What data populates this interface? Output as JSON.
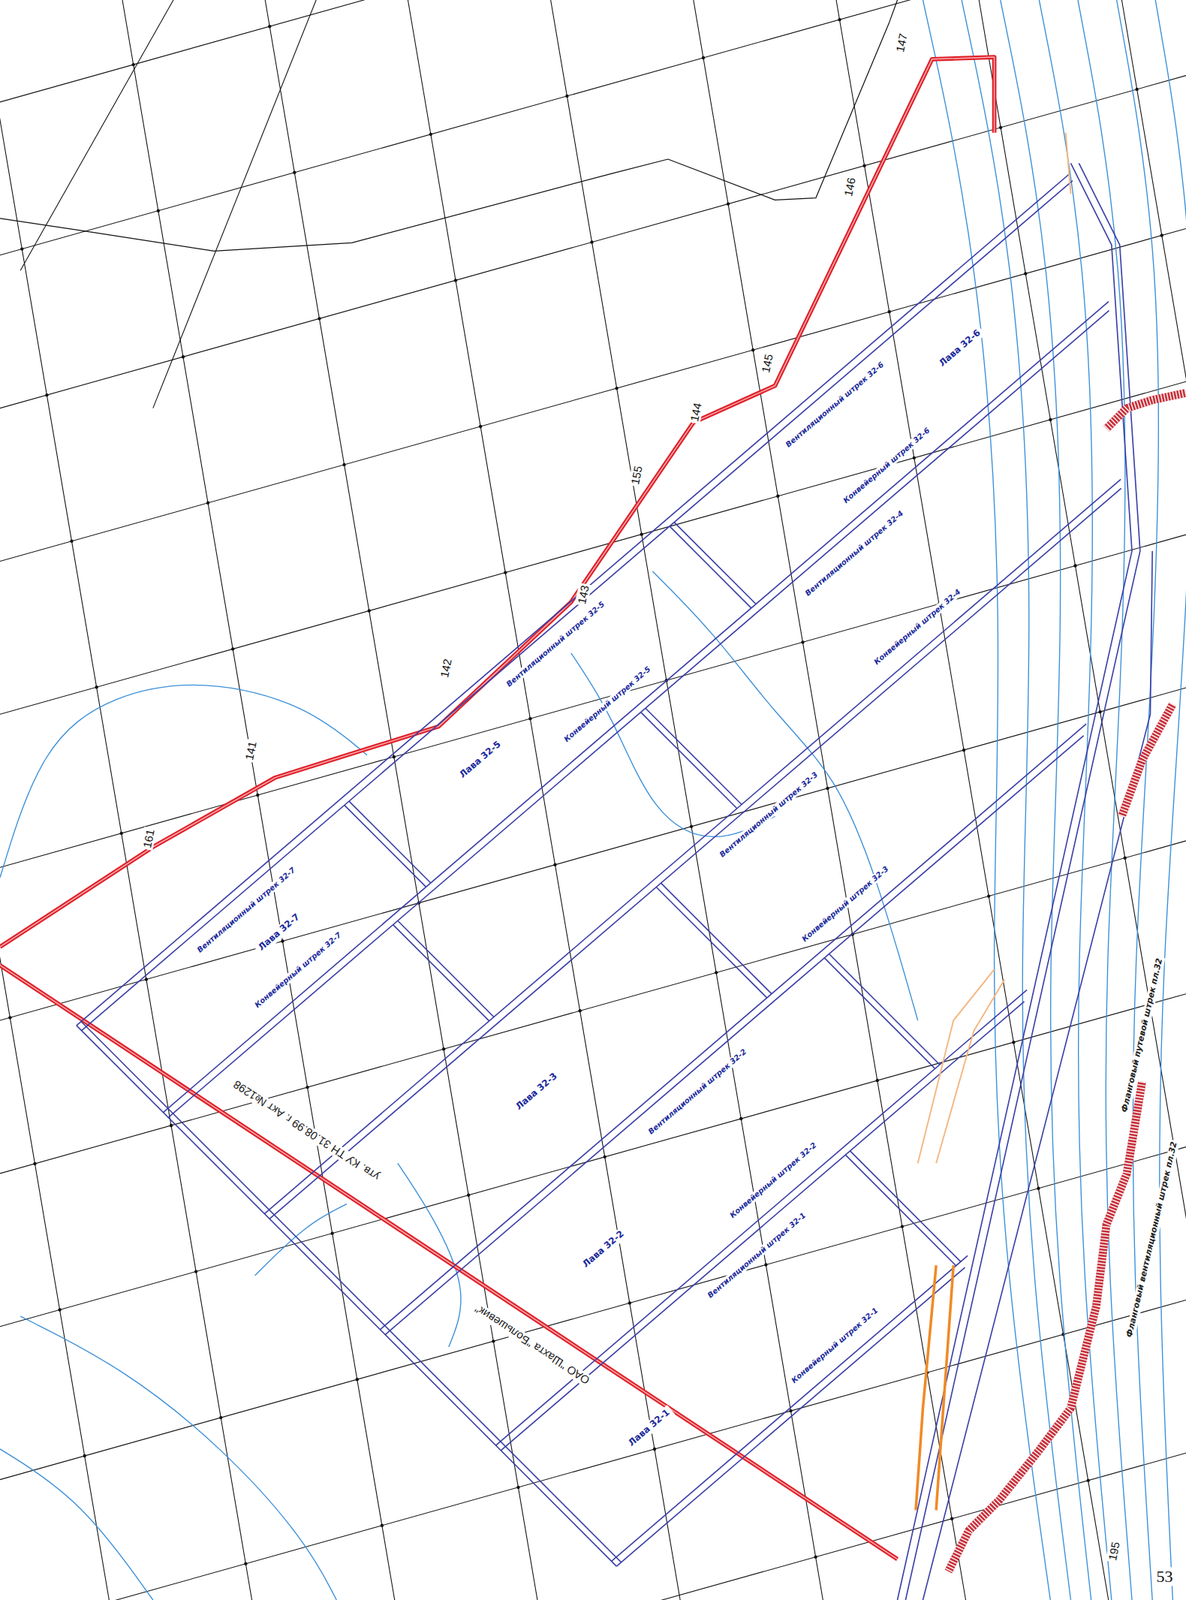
{
  "diagram": {
    "nodes": [
      {
        "text": [
          "Лава 32-7"
        ]
      },
      {
        "text": [
          "Лава 32-5"
        ]
      },
      {
        "text": [
          "Лава 32-6"
        ]
      },
      {
        "text": [
          "Лава 32-3"
        ]
      },
      {
        "text": [
          "Лава 32-2"
        ]
      },
      {
        "text": [
          "Лава 32-1"
        ]
      }
    ],
    "labels": [
      "147",
      "146",
      "145",
      "144",
      "155",
      "143",
      "142",
      "141",
      "161",
      "195",
      "утв. КУ ТН 31.08.99 г. Акт №1298",
      "ОАО \"Шахта \"Большевик\"",
      "Фланговый путевой штрек пл.32",
      "Фланговый вентиляционный штрек пл.32",
      "Вентиляционный штрек 32-7",
      "Конвейерный штрек 32-7",
      "Вентиляционный штрек 32-5",
      "Конвейерный штрек 32-5",
      "Вентиляционный штрек 32-6",
      "Конвейерный штрек 32-6",
      "Вентиляционный штрек 32-4",
      "Конвейерный штрек 32-4",
      "Вентиляционный штрек 32-3",
      "Конвейерный штрек 32-3",
      "Вентиляционный штрек 32-2",
      "Конвейерный штрек 32-2",
      "Вентиляционный штрек 32-1",
      "Конвейерный штрек 32-1",
      "53"
    ]
  }
}
